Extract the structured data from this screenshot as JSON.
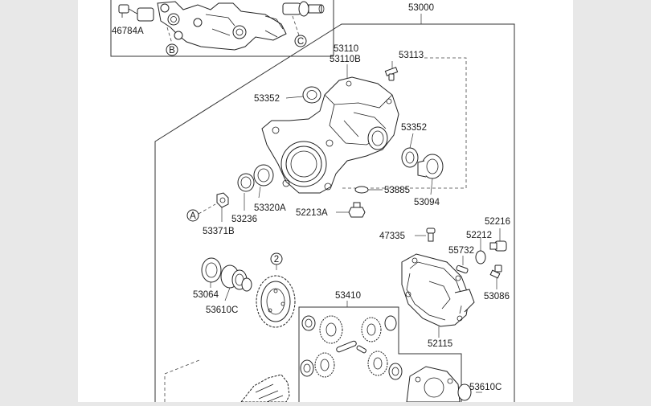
{
  "labels": {
    "l46784A": "46784A",
    "l53000": "53000",
    "l53110": "53110",
    "l53110B": "53110B",
    "l53113": "53113",
    "l53352a": "53352",
    "l53352b": "53352",
    "l53885": "53885",
    "l53094": "53094",
    "l52213A": "52213A",
    "l53320A": "53320A",
    "l53236": "53236",
    "l53371B": "53371B",
    "l47335": "47335",
    "l52216": "52216",
    "l52212": "52212",
    "l55732": "55732",
    "l53086": "53086",
    "l53064": "53064",
    "l53610Ca": "53610C",
    "l53410": "53410",
    "l52115": "52115",
    "l53610Cb": "53610C"
  },
  "callouts": {
    "b": "B",
    "c": "C",
    "a": "A",
    "two": "2"
  }
}
